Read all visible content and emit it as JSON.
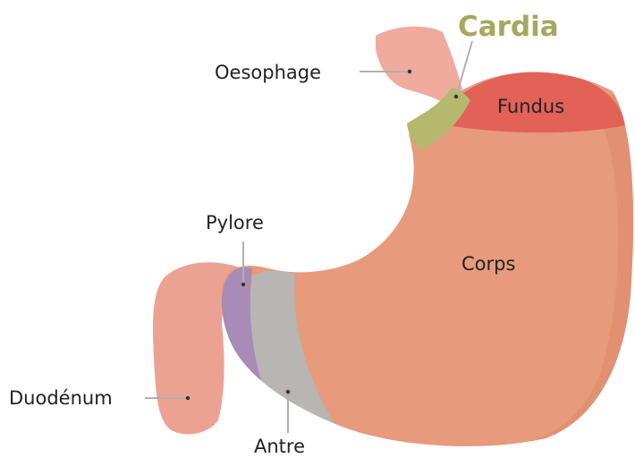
{
  "diagram": {
    "labels": {
      "oesophage": "Oesophage",
      "cardia": "Cardia",
      "fundus": "Fundus",
      "corps": "Corps",
      "pylore": "Pylore",
      "duodenum": "Duodénum",
      "antre": "Antre"
    },
    "colors": {
      "stomach_body": "#e79a7c",
      "stomach_edge": "#dc8a6a",
      "oesophagus": "#eeab9e",
      "duodenum": "#eca292",
      "cardia": "#b5b96e",
      "cardia_label": "#a6a85f",
      "fundus": "#e26258",
      "pylorus": "#a88bb6",
      "antrum": "#b8b5b3",
      "label_text": "#222222",
      "leader_line": "#b0b0b0"
    }
  }
}
